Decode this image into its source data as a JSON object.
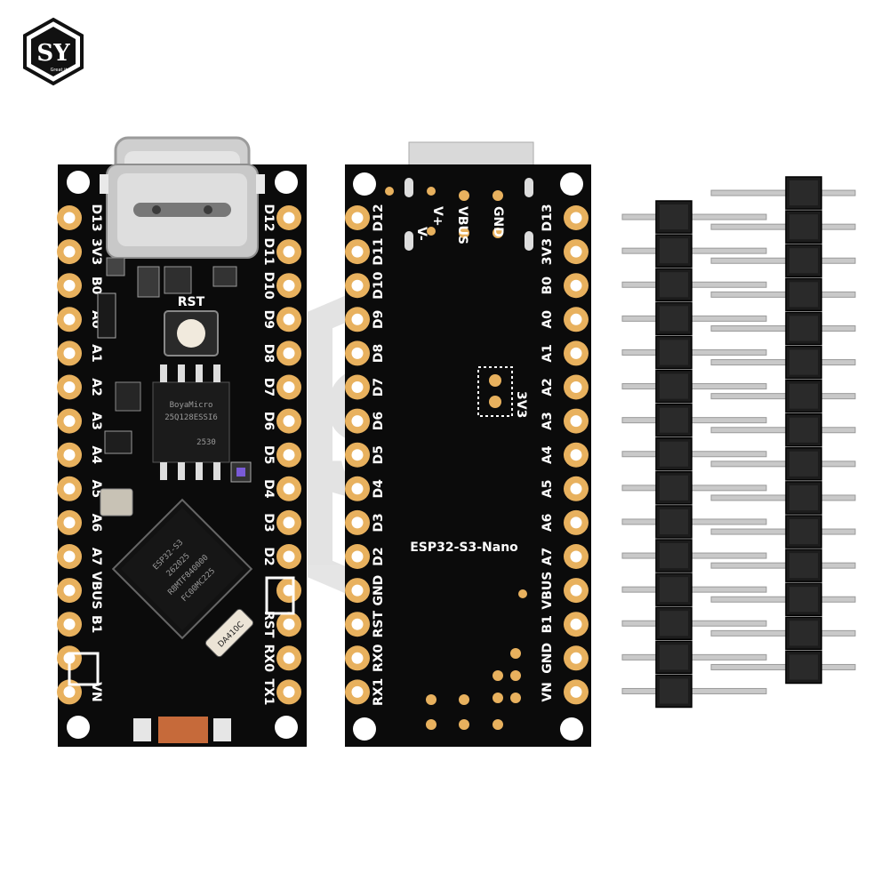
{
  "logo": {
    "letters": "SY",
    "tagline": "Great it"
  },
  "watermark": {
    "letters": "SY"
  },
  "front_board": {
    "left_labels": [
      "D13",
      "3V3",
      "B0",
      "A0",
      "A1",
      "A2",
      "A3",
      "A4",
      "A5",
      "A6",
      "A7",
      "VBUS",
      "B1",
      "",
      "VN"
    ],
    "right_labels": [
      "D12",
      "D11",
      "D10",
      "D9",
      "D8",
      "D7",
      "D6",
      "D5",
      "D4",
      "D3",
      "D2",
      "",
      "RST",
      "RX0",
      "TX1"
    ],
    "reset_label": "RST",
    "flash_chip": [
      "BoyaMicro",
      "25Q128ESSI6",
      "2530"
    ],
    "mcu_chip": [
      "ESP32-S3",
      "262025",
      "R8MTF840000",
      "FC00MC225"
    ],
    "ldo_label": "DA410C"
  },
  "back_board": {
    "left_labels": [
      "D12",
      "D11",
      "D10",
      "D9",
      "D8",
      "D7",
      "D6",
      "D5",
      "D4",
      "D3",
      "D2",
      "GND",
      "RST",
      "RX0",
      "RX1"
    ],
    "right_labels": [
      "D13",
      "3V3",
      "B0",
      "A0",
      "A1",
      "A2",
      "A3",
      "A4",
      "A5",
      "A6",
      "A7",
      "VBUS",
      "B1",
      "GND",
      "VN"
    ],
    "top_labels": [
      "V-",
      "V+",
      "VBUS",
      "GND"
    ],
    "center_label": "3V3",
    "board_name": "ESP32-S3-Nano"
  },
  "colors": {
    "pcb": "#0b0b0b",
    "pad": "#e8b15e",
    "header": "#1c1c1c",
    "pin": "#c9c9c9",
    "usb": "#c6c6c6"
  }
}
